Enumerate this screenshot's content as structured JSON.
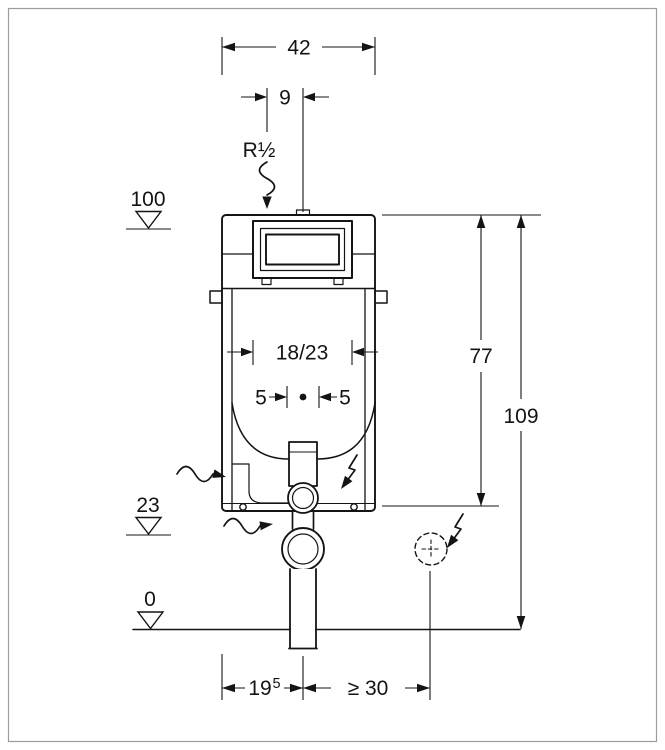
{
  "page": {
    "background": "#ffffff",
    "frame_border_color": "#9c9c9c",
    "line_color": "#141414"
  },
  "diagram": {
    "kind": "concealed-cistern-installation-dimension-drawing",
    "labels": {
      "width_top": "42",
      "inlet_offset": "9",
      "thread": "R½",
      "level_top": "100",
      "height_inner": "77",
      "height_total": "109",
      "panel_width": "18/23",
      "offset_left": "5",
      "offset_right": "5",
      "level_outlet": "23",
      "level_floor": "0",
      "outlet_dist_main": "19",
      "outlet_dist_sup": "5",
      "clearance_right": "≥ 30"
    }
  }
}
